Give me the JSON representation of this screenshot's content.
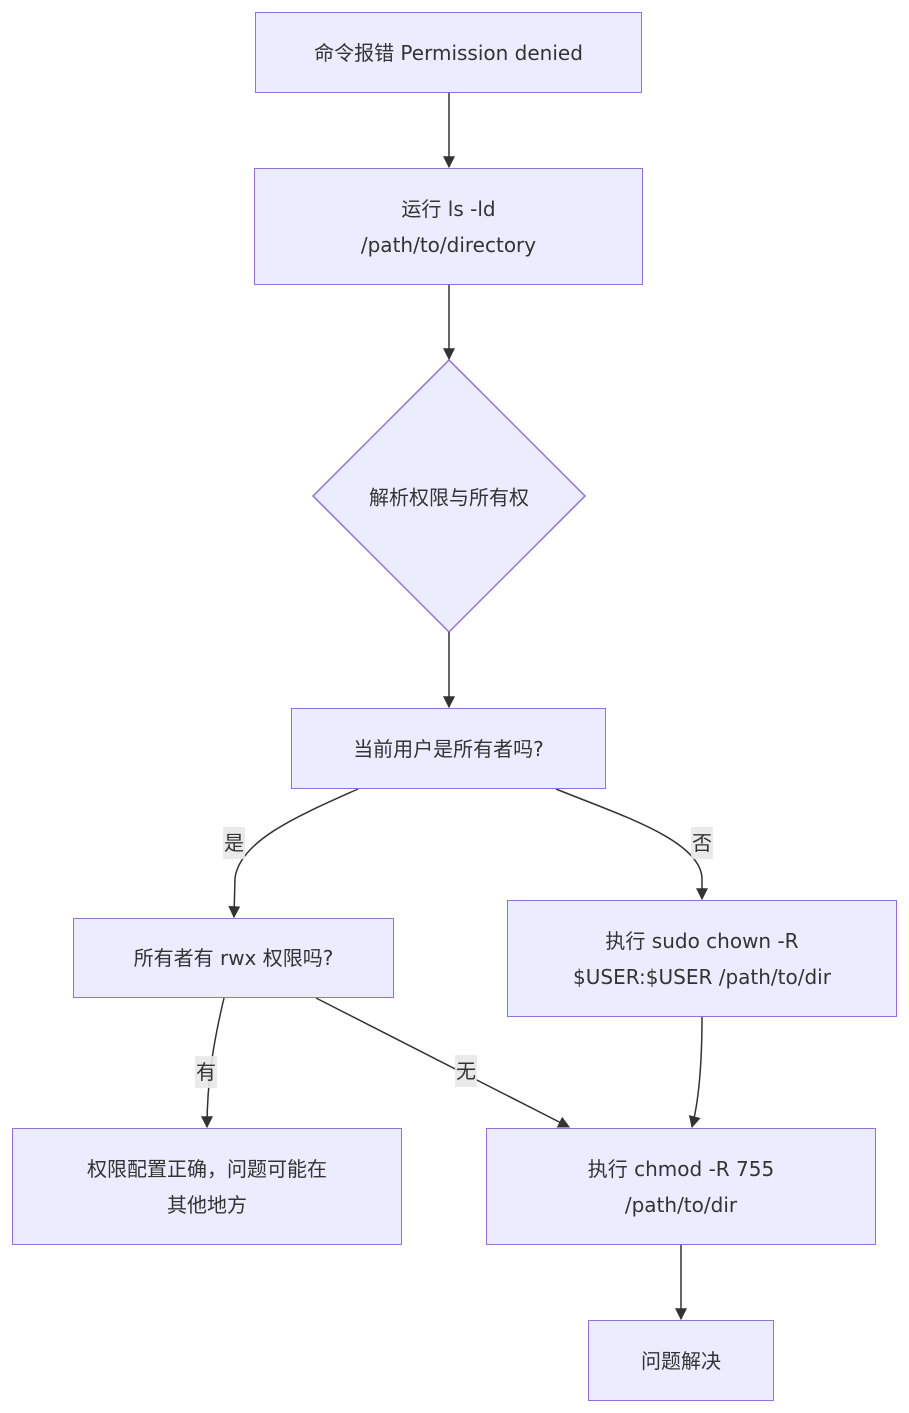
{
  "colors": {
    "node_fill": "#ECECFF",
    "node_stroke": "#9370DB",
    "edge": "#333333",
    "label_bg": "#E8E8E8"
  },
  "nodes": {
    "error": "命令报错 Permission denied",
    "run_ls": "运行 ls -ld\n/path/to/directory",
    "analyze": "解析权限与所有权",
    "is_owner": "当前用户是所有者吗?",
    "owner_rwx": "所有者有 rwx 权限吗?",
    "chown": "执行 sudo chown -R\n$USER:$USER /path/to/dir",
    "correct": "权限配置正确，问题可能在\n其他地方",
    "chmod": "执行 chmod -R 755\n/path/to/dir",
    "solved": "问题解决"
  },
  "edge_labels": {
    "yes": "是",
    "no": "否",
    "has": "有",
    "none": "无"
  }
}
